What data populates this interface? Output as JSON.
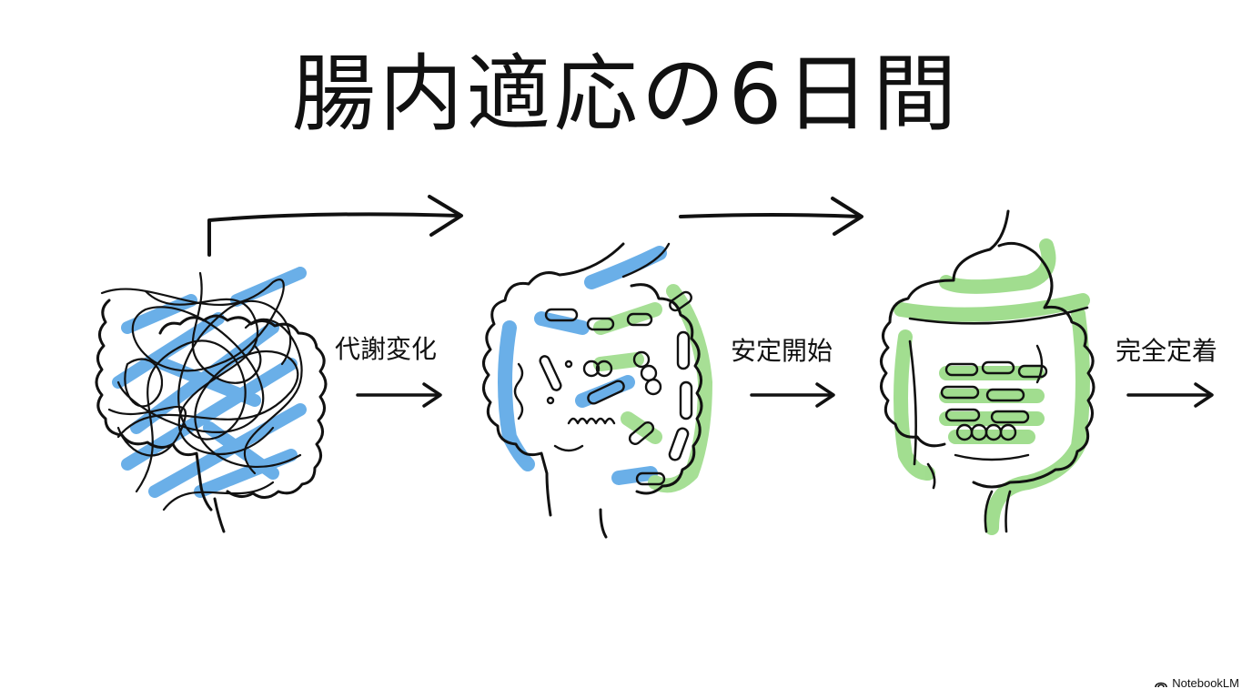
{
  "title": "腸内適応の6日間",
  "stages": [
    {
      "label": "代謝変化"
    },
    {
      "label": "安定開始"
    },
    {
      "label": "完全定着"
    }
  ],
  "colors": {
    "ink": "#111111",
    "blue": "#5aa7e6",
    "green": "#9ddc8a",
    "background": "#ffffff"
  },
  "watermark": {
    "text": "NotebookLM",
    "icon": "notebooklm-logo-icon"
  }
}
